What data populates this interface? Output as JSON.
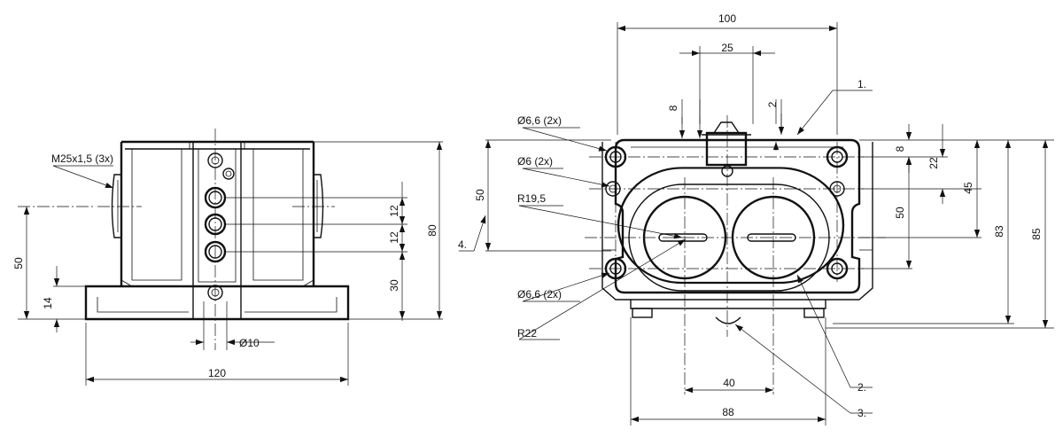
{
  "left_view": {
    "thread_label": "M25x1,5 (3x)",
    "dim_width": "120",
    "dim_height_total": "80",
    "dim_height_50": "50",
    "dim_height_14": "14",
    "dim_spacing_12a": "12",
    "dim_spacing_12b": "12",
    "dim_height_30": "30",
    "dim_hole_diameter": "Ø10"
  },
  "right_view": {
    "dim_top_100": "100",
    "dim_top_25": "25",
    "dim_8_left": "8",
    "dim_2_right": "2",
    "hole_label_top": "Ø6,6 (2x)",
    "hole_label_mid": "Ø6 (2x)",
    "radius_label_1": "R19,5",
    "radius_label_2": "R22",
    "hole_label_bottom": "Ø6,6 (2x)",
    "dim_left_50": "50",
    "dim_right_8": "8",
    "dim_right_22": "22",
    "dim_right_45": "45",
    "dim_right_50": "50",
    "dim_right_83": "83",
    "dim_right_85": "85",
    "dim_bottom_40": "40",
    "dim_bottom_88": "88"
  },
  "callouts": {
    "c1": "1.",
    "c2": "2.",
    "c3": "3.",
    "c4": "4."
  }
}
